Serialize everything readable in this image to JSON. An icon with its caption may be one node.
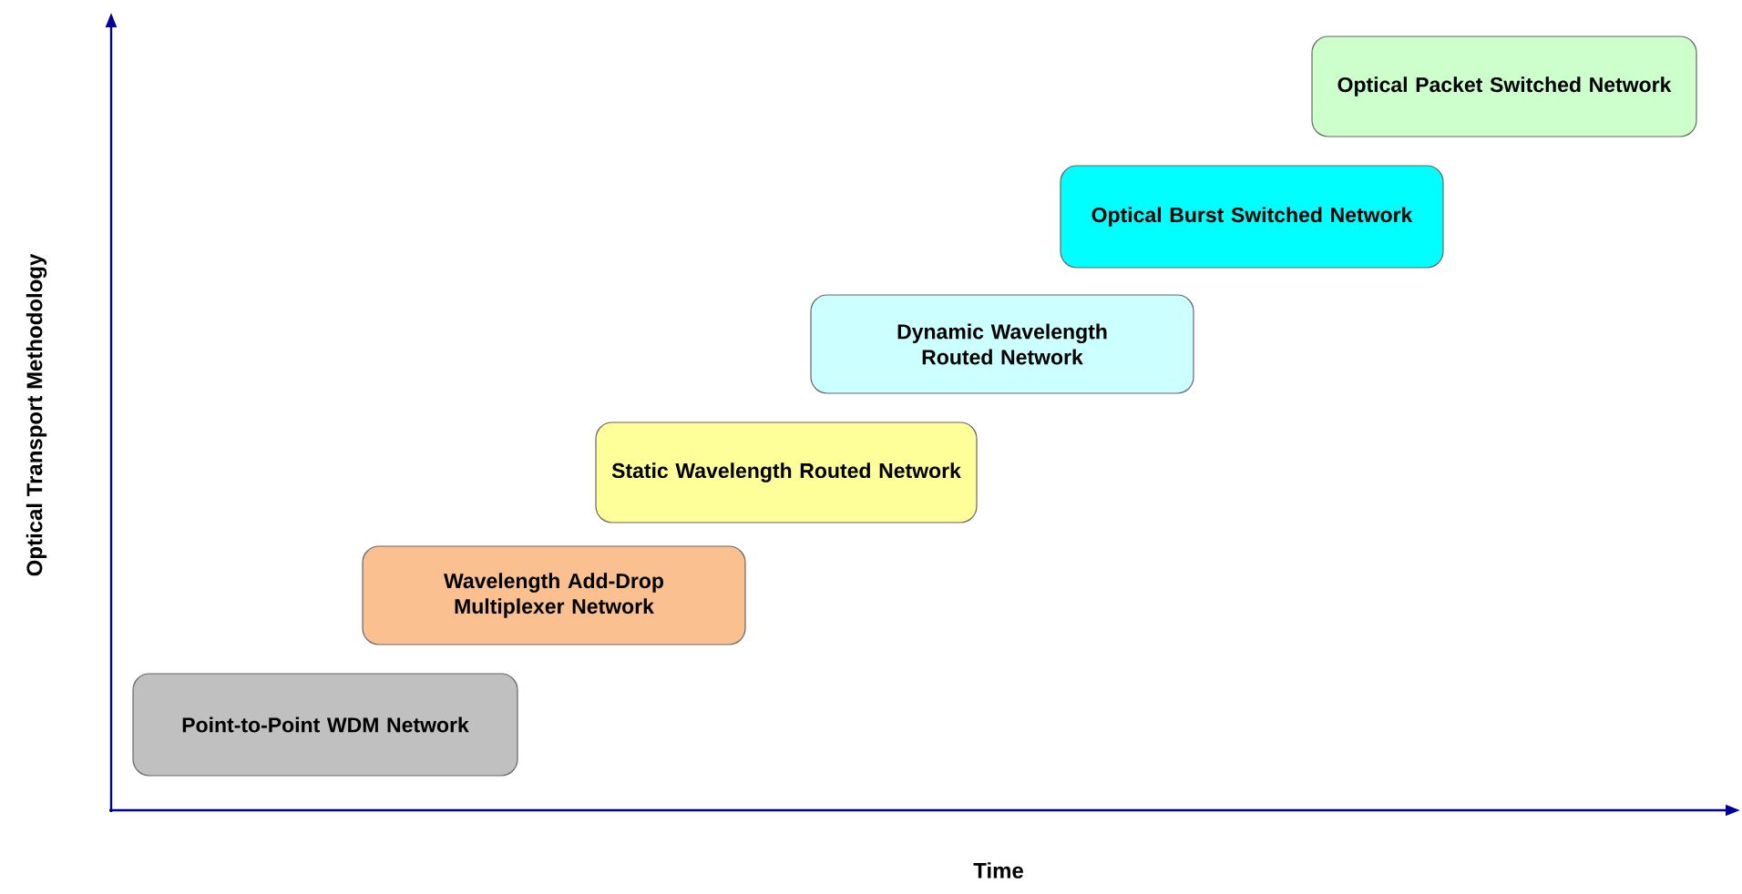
{
  "diagram": {
    "nodes": [
      {
        "text": [
          "Point-to-Point WDM Network"
        ]
      },
      {
        "text": [
          "Wavelength Add-Drop Multiplexer Network"
        ]
      },
      {
        "text": [
          "Static Wavelength Routed Network"
        ]
      },
      {
        "text": [
          "Dynamic Wavelength Routed Network"
        ]
      },
      {
        "text": [
          "Optical Burst Switched Network"
        ]
      },
      {
        "text": [
          "Optical Packet Switched Network"
        ]
      }
    ],
    "labels": [
      "Optical Transport Methodology",
      "Time"
    ]
  }
}
